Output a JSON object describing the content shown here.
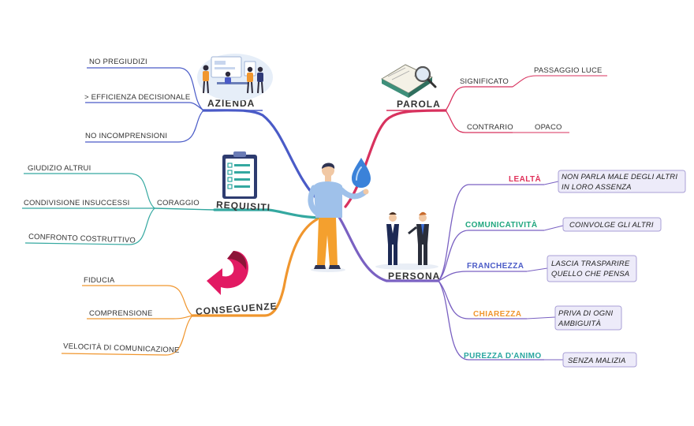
{
  "colors": {
    "azienda": "#4a5bc7",
    "parola": "#d8325e",
    "requisiti": "#34a8a0",
    "conseguenze": "#f0962e",
    "persona": "#7a61c2",
    "lealta": "#e0315a",
    "comunicativita": "#1fa67e",
    "franchezza": "#4b5bc7",
    "chiarezza": "#f0962e",
    "purezza": "#2aa6a0",
    "box_fill": "#edebf9",
    "box_border": "#a99fd6"
  },
  "azienda": {
    "label": "AZIENDA",
    "items": [
      "NO PREGIUDIZI",
      "> EFFICIENZA DECISIONALE",
      "NO INCOMPRENSIONI"
    ],
    "image": "team-office-illustration"
  },
  "parola": {
    "label": "PAROLA",
    "image": "book-magnifier-illustration",
    "significato": {
      "label": "SIGNIFICATO",
      "value": "PASSAGGIO LUCE"
    },
    "contrario": {
      "label": "CONTRARIO",
      "value": "OPACO"
    }
  },
  "requisiti": {
    "label": "REQUISITI",
    "image": "checklist-clipboard-icon",
    "coraggio": {
      "label": "CORAGGIO",
      "items": [
        "GIUDIZIO ALTRUI",
        "CONDIVISIONE INSUCCESSI",
        "CONFRONTO COSTRUTTIVO"
      ]
    }
  },
  "conseguenze": {
    "label": "CONSEGUENZE",
    "image": "curved-arrow-icon",
    "items": [
      "FIDUCIA",
      "COMPRENSIONE",
      "VELOCITÀ DI COMUNICAZIONE"
    ]
  },
  "persona": {
    "label": "PERSONA",
    "image": "two-businessmen-illustration",
    "traits": [
      {
        "label": "LEALTÀ",
        "lines": [
          "NON PARLA MALE DEGLI ALTRI",
          "IN LORO ASSENZA"
        ]
      },
      {
        "label": "COMUNICATIVITÀ",
        "lines": [
          "COINVOLGE GLI ALTRI"
        ]
      },
      {
        "label": "FRANCHEZZA",
        "lines": [
          "LASCIA TRASPARIRE",
          "QUELLO CHE PENSA"
        ]
      },
      {
        "label": "CHIAREZZA",
        "lines": [
          "PRIVA DI OGNI",
          "AMBIGUITÀ"
        ]
      },
      {
        "label": "PUREZZA D'ANIMO",
        "lines": [
          "SENZA  MALIZIA"
        ]
      }
    ]
  },
  "center": {
    "image": "man-with-water-drop-illustration"
  }
}
